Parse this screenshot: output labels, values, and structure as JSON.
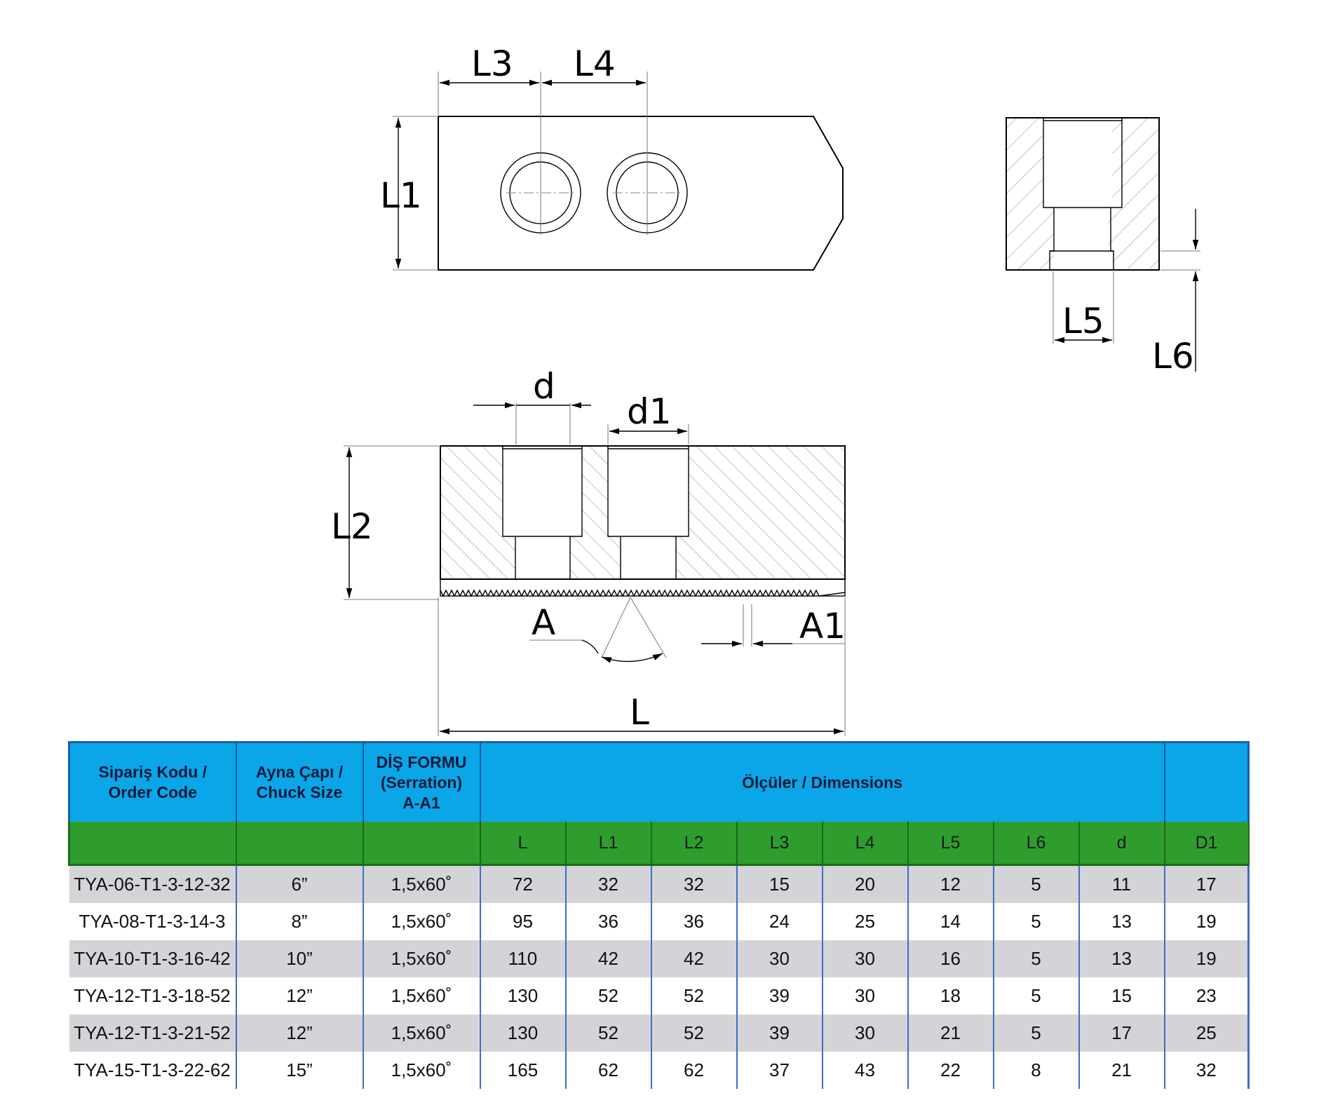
{
  "drawing": {
    "labels": {
      "L3": "L3",
      "L4": "L4",
      "L1": "L1",
      "L5": "L5",
      "L6": "L6",
      "d": "d",
      "d1": "d1",
      "L2": "L2",
      "A": "A",
      "A1": "A1",
      "L": "L"
    }
  },
  "table": {
    "header": {
      "order_code": [
        "Sipariş Kodu /",
        "Order Code"
      ],
      "chuck_size": [
        "Ayna Çapı /",
        "Chuck Size"
      ],
      "serration": [
        "DİŞ FORMU",
        "(Serration)",
        "A-A1"
      ],
      "dimensions": "Ölçüler / Dimensions",
      "extra": ""
    },
    "dimension_columns": [
      "L",
      "L1",
      "L2",
      "L3",
      "L4",
      "L5",
      "L6",
      "d",
      "D1"
    ],
    "rows": [
      {
        "code": "TYA-06-T1-3-12-32",
        "chuck": "6”",
        "serration": "1,5x60˚",
        "values": [
          "72",
          "32",
          "32",
          "15",
          "20",
          "12",
          "5",
          "11",
          "17"
        ]
      },
      {
        "code": "TYA-08-T1-3-14-3",
        "chuck": "8”",
        "serration": "1,5x60˚",
        "values": [
          "95",
          "36",
          "36",
          "24",
          "25",
          "14",
          "5",
          "13",
          "19"
        ]
      },
      {
        "code": "TYA-10-T1-3-16-42",
        "chuck": "10”",
        "serration": "1,5x60˚",
        "values": [
          "110",
          "42",
          "42",
          "30",
          "30",
          "16",
          "5",
          "13",
          "19"
        ]
      },
      {
        "code": "TYA-12-T1-3-18-52",
        "chuck": "12”",
        "serration": "1,5x60˚",
        "values": [
          "130",
          "52",
          "52",
          "39",
          "30",
          "18",
          "5",
          "15",
          "23"
        ]
      },
      {
        "code": "TYA-12-T1-3-21-52",
        "chuck": "12”",
        "serration": "1,5x60˚",
        "values": [
          "130",
          "52",
          "52",
          "39",
          "30",
          "21",
          "5",
          "17",
          "25"
        ]
      },
      {
        "code": "TYA-15-T1-3-22-62",
        "chuck": "15”",
        "serration": "1,5x60˚",
        "values": [
          "165",
          "62",
          "62",
          "37",
          "43",
          "22",
          "8",
          "21",
          "32"
        ]
      }
    ]
  }
}
